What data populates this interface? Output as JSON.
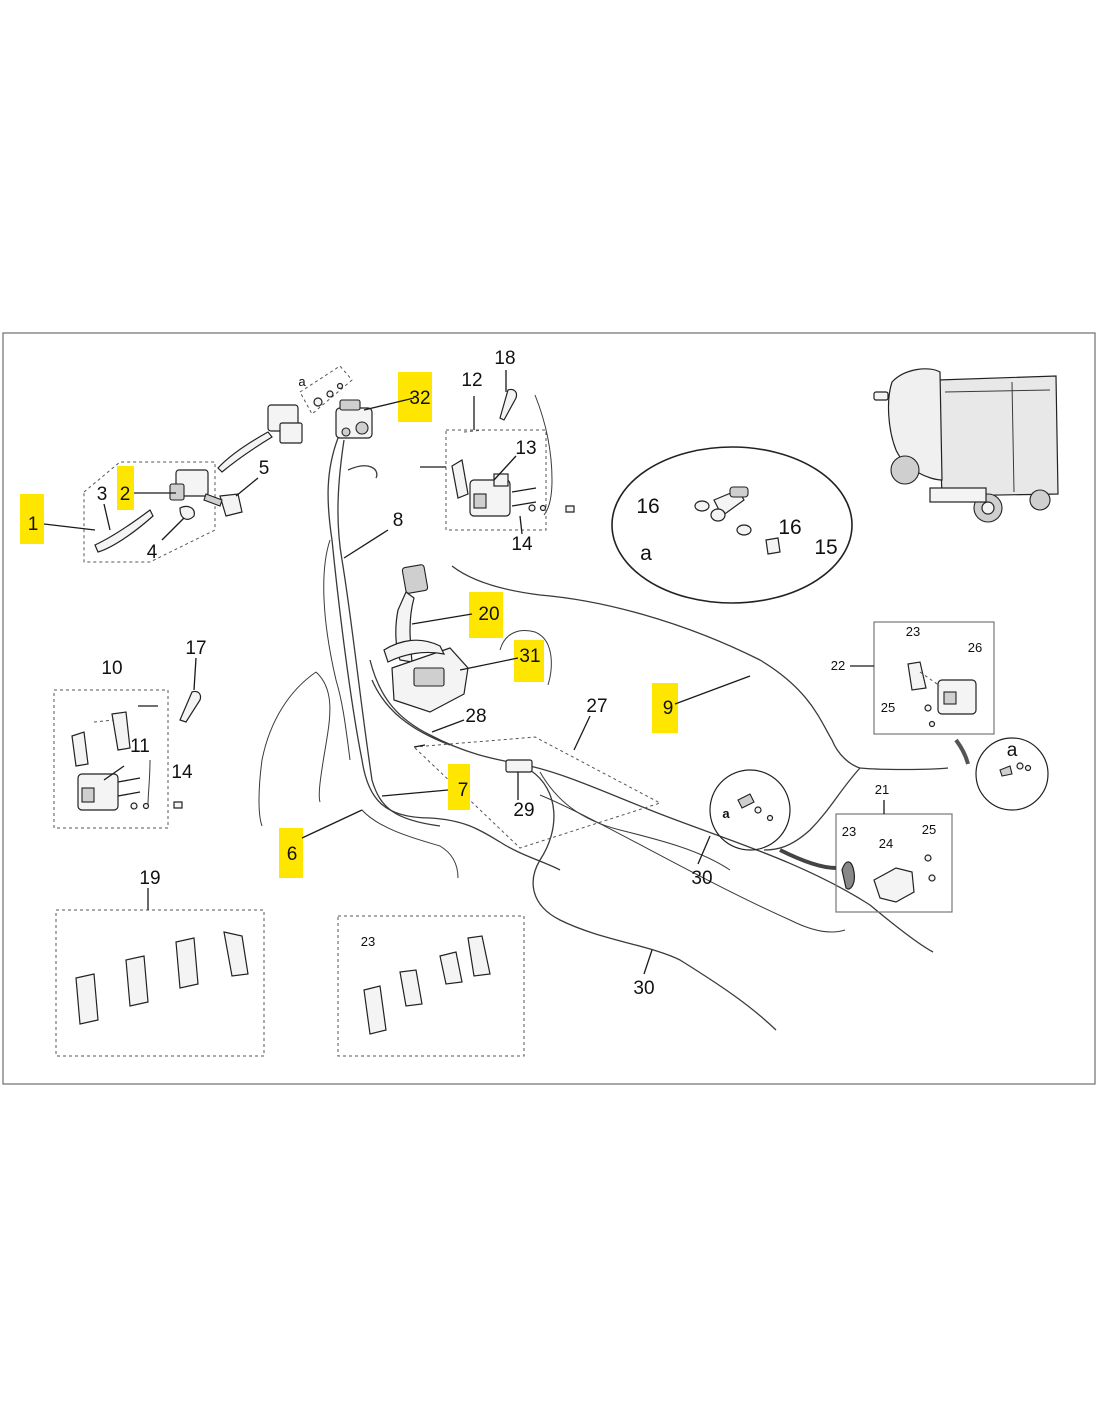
{
  "diagram": {
    "labels": {
      "p1": "1",
      "p2": "2",
      "p3": "3",
      "p4": "4",
      "p5": "5",
      "p6": "6",
      "p7": "7",
      "p8": "8",
      "p9": "9",
      "p10": "10",
      "p11": "11",
      "p12": "12",
      "p13": "13",
      "p14a": "14",
      "p14b": "14",
      "p15": "15",
      "p16a": "16",
      "p16b": "16",
      "p17": "17",
      "p18": "18",
      "p19": "19",
      "p20": "20",
      "p21": "21",
      "p22": "22",
      "p23a": "23",
      "p23b": "23",
      "p23c": "23",
      "p24": "24",
      "p25a": "25",
      "p25b": "25",
      "p26": "26",
      "p27": "27",
      "p28": "28",
      "p29": "29",
      "p30a": "30",
      "p30b": "30",
      "p31": "31",
      "p32": "32",
      "detail_a_top": "a",
      "detail_a_circle": "a",
      "detail_a_right": "a",
      "detail_a_small": "a"
    },
    "highlight_color": "#ffe600",
    "highlighted": [
      "1",
      "2",
      "6",
      "7",
      "9",
      "20",
      "31",
      "32"
    ]
  }
}
